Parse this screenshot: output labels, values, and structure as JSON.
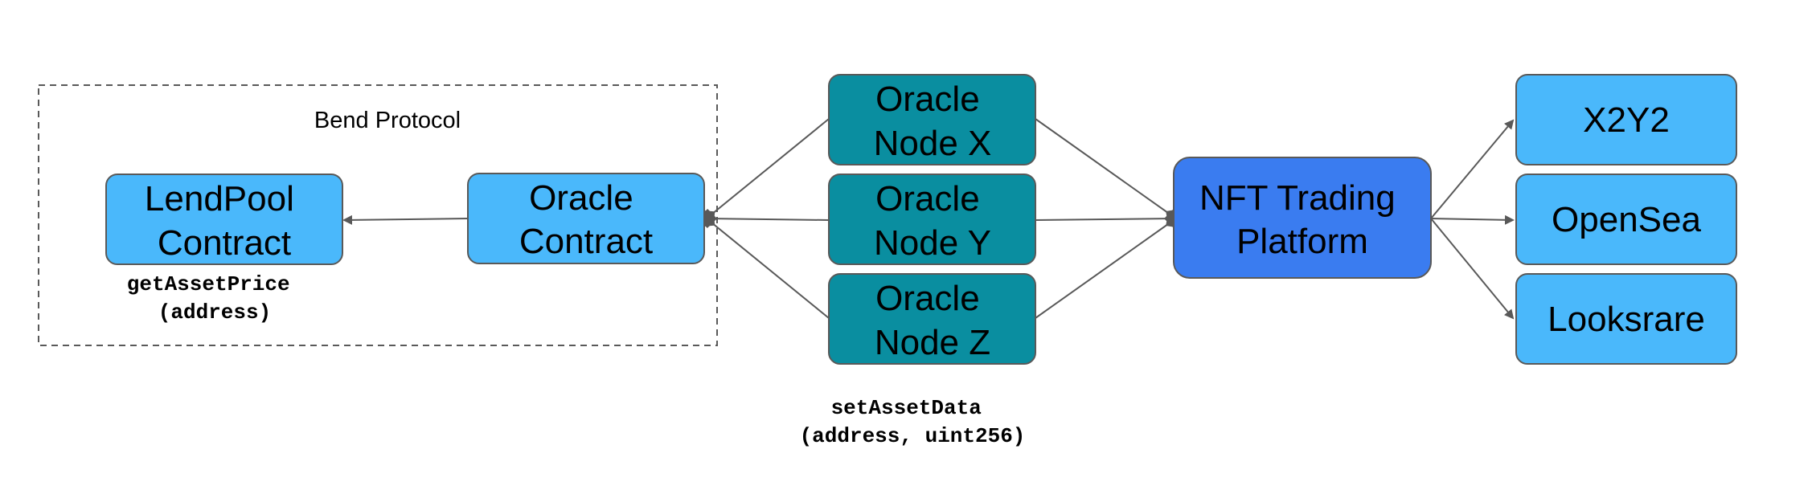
{
  "group": {
    "label": "Bend Protocol"
  },
  "nodes": {
    "lendpool": [
      "LendPool",
      "Contract"
    ],
    "oracle_contract": [
      "Oracle",
      "Contract"
    ],
    "oracle_x": [
      "Oracle",
      "Node X"
    ],
    "oracle_y": [
      "Oracle",
      "Node Y"
    ],
    "oracle_z": [
      "Oracle",
      "Node Z"
    ],
    "nft_platform": [
      "NFT Trading",
      "Platform"
    ],
    "x2y2": [
      "X2Y2"
    ],
    "opensea": [
      "OpenSea"
    ],
    "looksrare": [
      "Looksrare"
    ]
  },
  "labels": {
    "get_asset_price": [
      "getAssetPrice",
      "(address)"
    ],
    "set_asset_data": [
      "setAssetData",
      "(address, uint256)"
    ]
  },
  "colors": {
    "light_blue": "#4ab8fb",
    "teal": "#0a8ea0",
    "blue": "#3a7cf0",
    "stroke": "#595959"
  }
}
